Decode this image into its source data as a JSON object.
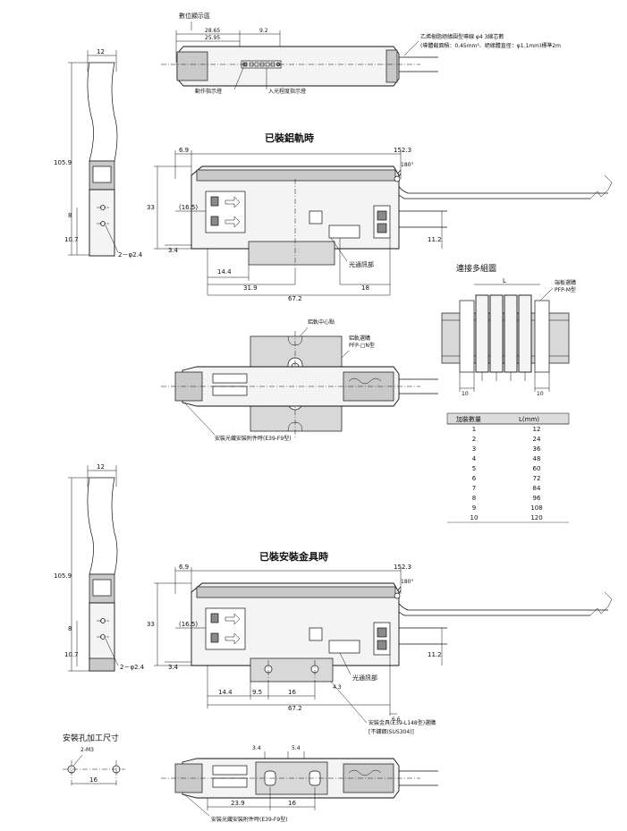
{
  "top": {
    "digit_label": "數位顯示區",
    "dim_2865": "28.65",
    "dim_92": "9.2",
    "dim_2595": "25.95",
    "cable_note_1": "乙烯樹脂絕緣圓型導線 φ4 3線芯數",
    "cable_note_2": "(導體截面積：0.45mm²、絕緣體直徑：φ1.1mm)標準2m",
    "action_indicator": "動作指示燈",
    "light_level_indicator": "入光程度指示燈"
  },
  "side_view": {
    "width_12": "12",
    "height_1059": "105.9",
    "dim_8": "8",
    "dim_107": "10.7",
    "holes": "2－φ2.4"
  },
  "rail_section": {
    "title": "已裝鋁軌時",
    "dim_69": "6.9",
    "dim_1523": "152.3",
    "angle_180": "180°",
    "dim_33": "33",
    "dim_165": "(16.5)",
    "dim_34": "3.4",
    "dim_112": "11.2",
    "dim_144": "14.4",
    "dim_319": "31.9",
    "dim_18": "18",
    "dim_672": "67.2",
    "light_pass": "光通訊部"
  },
  "multi": {
    "title": "連接多組圖",
    "end_plate_1": "端板選購",
    "end_plate_2": "PFP-M型",
    "dim_L": "L",
    "dim_10a": "10",
    "dim_10b": "10"
  },
  "rail_top": {
    "rail_center": "鋁軌中心點",
    "rail_option_1": "鋁軌選購",
    "rail_option_2": "PFP-□N型",
    "accessory": "安裝光纖安裝附件時(E39-F9型)"
  },
  "table": {
    "header_count": "加裝數量",
    "header_L": "L(mm)",
    "rows": [
      [
        "1",
        "12"
      ],
      [
        "2",
        "24"
      ],
      [
        "3",
        "36"
      ],
      [
        "4",
        "48"
      ],
      [
        "5",
        "60"
      ],
      [
        "6",
        "72"
      ],
      [
        "7",
        "84"
      ],
      [
        "8",
        "96"
      ],
      [
        "9",
        "108"
      ],
      [
        "10",
        "120"
      ]
    ]
  },
  "side_view2": {
    "width_12": "12",
    "height_1059": "105.9",
    "dim_8": "8",
    "dim_107": "10.7",
    "holes": "2－φ2.4"
  },
  "bracket_section": {
    "title": "已裝安裝金具時",
    "dim_69": "6.9",
    "dim_1523": "152.3",
    "angle_180": "180°",
    "dim_33": "33",
    "dim_165": "(16.5)",
    "dim_34": "3.4",
    "dim_112": "11.2",
    "dim_43": "4.3",
    "dim_144": "14.4",
    "dim_95": "9.5",
    "dim_16": "16",
    "dim_672": "67.2",
    "dim_66": "6.6",
    "light_pass": "光通訊部",
    "bracket_note_1": "安裝金具(E39-L148型)選購",
    "bracket_note_2": "[不鏽鋼(SUS304)]"
  },
  "holes_section": {
    "title": "安裝孔加工尺寸",
    "m3": "2-M3",
    "dim_16": "16"
  },
  "bottom": {
    "dim_34": "3.4",
    "dim_54": "5.4",
    "dim_239": "23.9",
    "dim_16": "16",
    "accessory": "安裝光纖安裝附件時(E39-F9型)"
  }
}
